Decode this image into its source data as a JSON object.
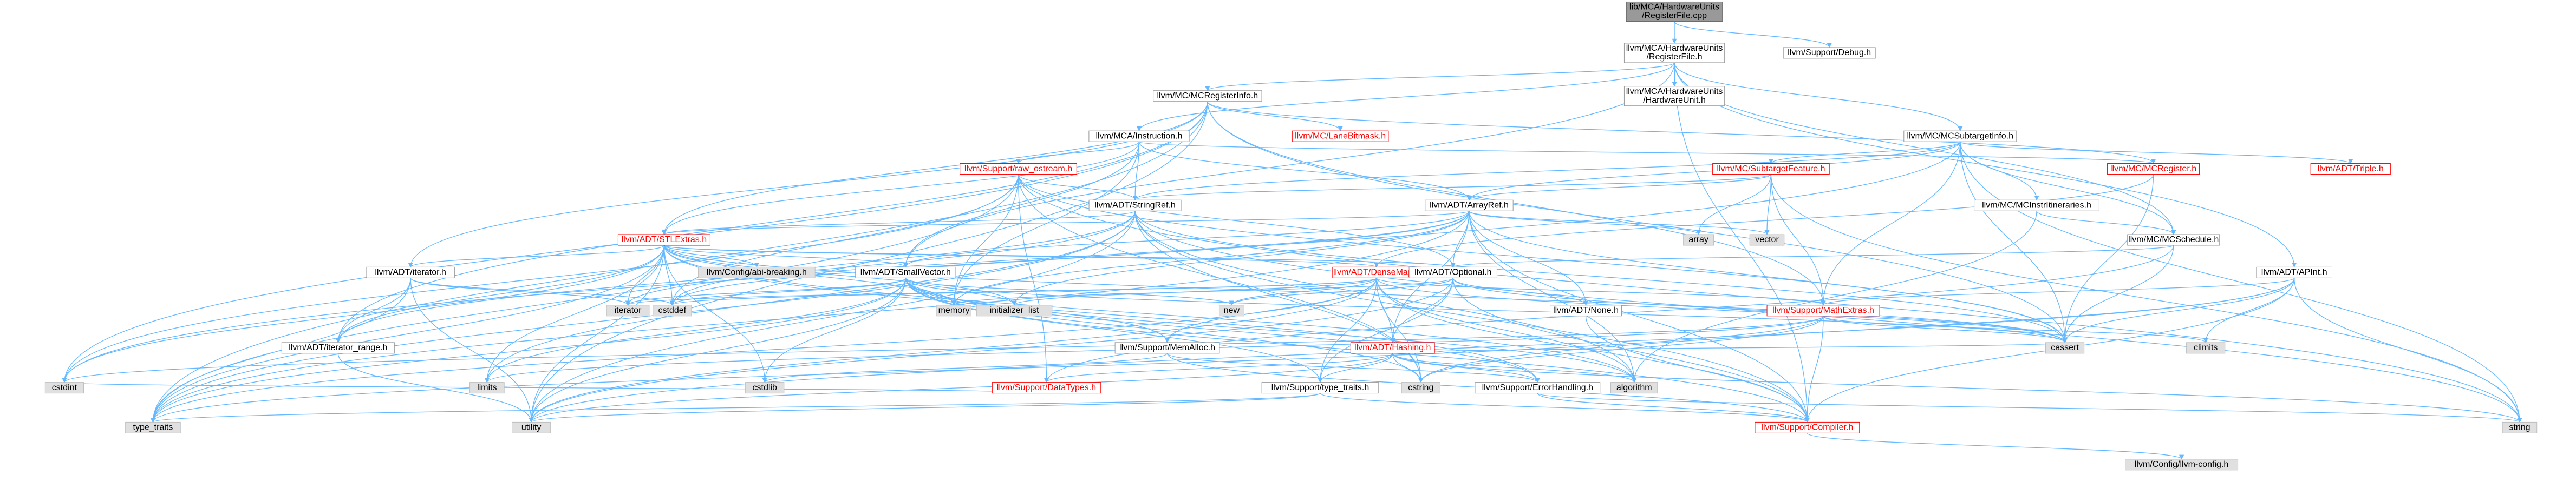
{
  "colors": {
    "edge": "#63b8ff",
    "node_border": "#999999",
    "ext_border": "#bfbfbf",
    "red_text": "#ff0000",
    "black_text": "#000000",
    "root_fill": "#999999",
    "ext_fill": "#e0e0e0",
    "normal_fill": "#ffffff"
  },
  "nodes": [
    {
      "id": "root",
      "lines": [
        "lib/MCA/HardwareUnits",
        "/RegisterFile.cpp"
      ],
      "style": "root"
    },
    {
      "id": "registerfile_h",
      "lines": [
        "llvm/MCA/HardwareUnits",
        "/RegisterFile.h"
      ],
      "style": "normal"
    },
    {
      "id": "debug_h",
      "lines": [
        "llvm/Support/Debug.h"
      ],
      "style": "normal"
    },
    {
      "id": "mcregisterinfo_h",
      "lines": [
        "llvm/MC/MCRegisterInfo.h"
      ],
      "style": "normal"
    },
    {
      "id": "hardwareunit_h",
      "lines": [
        "llvm/MCA/HardwareUnits",
        "/HardwareUnit.h"
      ],
      "style": "normal"
    },
    {
      "id": "instruction_h",
      "lines": [
        "llvm/MCA/Instruction.h"
      ],
      "style": "normal"
    },
    {
      "id": "lanebitmask_h",
      "lines": [
        "llvm/MC/LaneBitmask.h"
      ],
      "style": "red"
    },
    {
      "id": "mcsubtargetinfo_h",
      "lines": [
        "llvm/MC/MCSubtargetInfo.h"
      ],
      "style": "normal"
    },
    {
      "id": "raw_ostream_h",
      "lines": [
        "llvm/Support/raw_ostream.h"
      ],
      "style": "red"
    },
    {
      "id": "subtargetfeature_h",
      "lines": [
        "llvm/MC/SubtargetFeature.h"
      ],
      "style": "red"
    },
    {
      "id": "mcregister_h",
      "lines": [
        "llvm/MC/MCRegister.h"
      ],
      "style": "red"
    },
    {
      "id": "triple_h",
      "lines": [
        "llvm/ADT/Triple.h"
      ],
      "style": "red"
    },
    {
      "id": "stringref_h",
      "lines": [
        "llvm/ADT/StringRef.h"
      ],
      "style": "normal"
    },
    {
      "id": "arrayref_h",
      "lines": [
        "llvm/ADT/ArrayRef.h"
      ],
      "style": "normal"
    },
    {
      "id": "mcinstrit_h",
      "lines": [
        "llvm/MC/MCInstrItineraries.h"
      ],
      "style": "normal"
    },
    {
      "id": "array",
      "lines": [
        "array"
      ],
      "style": "ext"
    },
    {
      "id": "vector",
      "lines": [
        "vector"
      ],
      "style": "ext"
    },
    {
      "id": "stlextras_h",
      "lines": [
        "llvm/ADT/STLExtras.h"
      ],
      "style": "red"
    },
    {
      "id": "mcschedule_h",
      "lines": [
        "llvm/MC/MCSchedule.h"
      ],
      "style": "normal"
    },
    {
      "id": "iterator_h",
      "lines": [
        "llvm/ADT/iterator.h"
      ],
      "style": "normal"
    },
    {
      "id": "config_abi_h",
      "lines": [
        "llvm/Config/abi-breaking.h"
      ],
      "style": "ext"
    },
    {
      "id": "smallvector_h",
      "lines": [
        "llvm/ADT/SmallVector.h"
      ],
      "style": "normal"
    },
    {
      "id": "densemap_h",
      "lines": [
        "llvm/ADT/DenseMap.h"
      ],
      "style": "red"
    },
    {
      "id": "optional_h",
      "lines": [
        "llvm/ADT/Optional.h"
      ],
      "style": "normal"
    },
    {
      "id": "apint_h",
      "lines": [
        "llvm/ADT/APInt.h"
      ],
      "style": "normal"
    },
    {
      "id": "iterator",
      "lines": [
        "iterator"
      ],
      "style": "ext"
    },
    {
      "id": "cstddef",
      "lines": [
        "cstddef"
      ],
      "style": "ext"
    },
    {
      "id": "memory",
      "lines": [
        "memory"
      ],
      "style": "ext"
    },
    {
      "id": "initializer_list",
      "lines": [
        "initializer_list"
      ],
      "style": "ext"
    },
    {
      "id": "new",
      "lines": [
        "new"
      ],
      "style": "ext"
    },
    {
      "id": "none_h",
      "lines": [
        "llvm/ADT/None.h"
      ],
      "style": "normal"
    },
    {
      "id": "mathextras_h",
      "lines": [
        "llvm/Support/MathExtras.h"
      ],
      "style": "red"
    },
    {
      "id": "iterator_range_h",
      "lines": [
        "llvm/ADT/iterator_range.h"
      ],
      "style": "normal"
    },
    {
      "id": "memalloc_h",
      "lines": [
        "llvm/Support/MemAlloc.h"
      ],
      "style": "normal"
    },
    {
      "id": "hashing_h",
      "lines": [
        "llvm/ADT/Hashing.h"
      ],
      "style": "red"
    },
    {
      "id": "cassert",
      "lines": [
        "cassert"
      ],
      "style": "ext"
    },
    {
      "id": "climits",
      "lines": [
        "climits"
      ],
      "style": "ext"
    },
    {
      "id": "cstdint",
      "lines": [
        "cstdint"
      ],
      "style": "ext"
    },
    {
      "id": "limits",
      "lines": [
        "limits"
      ],
      "style": "ext"
    },
    {
      "id": "cstdlib",
      "lines": [
        "cstdlib"
      ],
      "style": "ext"
    },
    {
      "id": "datatypes_h",
      "lines": [
        "llvm/Support/DataTypes.h"
      ],
      "style": "red"
    },
    {
      "id": "type_traits_h",
      "lines": [
        "llvm/Support/type_traits.h"
      ],
      "style": "normal"
    },
    {
      "id": "cstring",
      "lines": [
        "cstring"
      ],
      "style": "ext"
    },
    {
      "id": "errorhandling_h",
      "lines": [
        "llvm/Support/ErrorHandling.h"
      ],
      "style": "normal"
    },
    {
      "id": "algorithm",
      "lines": [
        "algorithm"
      ],
      "style": "ext"
    },
    {
      "id": "type_traits",
      "lines": [
        "type_traits"
      ],
      "style": "ext"
    },
    {
      "id": "utility",
      "lines": [
        "utility"
      ],
      "style": "ext"
    },
    {
      "id": "compiler_h",
      "lines": [
        "llvm/Support/Compiler.h"
      ],
      "style": "red"
    },
    {
      "id": "string",
      "lines": [
        "string"
      ],
      "style": "ext"
    },
    {
      "id": "llvm_config_h",
      "lines": [
        "llvm/Config/llvm-config.h"
      ],
      "style": "ext"
    }
  ],
  "edges": [
    [
      "root",
      "registerfile_h"
    ],
    [
      "root",
      "debug_h"
    ],
    [
      "registerfile_h",
      "mcregisterinfo_h"
    ],
    [
      "registerfile_h",
      "hardwareunit_h"
    ],
    [
      "registerfile_h",
      "instruction_h"
    ],
    [
      "registerfile_h",
      "mcsubtargetinfo_h"
    ],
    [
      "registerfile_h",
      "apint_h"
    ],
    [
      "registerfile_h",
      "smallvector_h"
    ],
    [
      "registerfile_h",
      "mcschedule_h"
    ],
    [
      "registerfile_h",
      "compiler_h"
    ],
    [
      "mcregisterinfo_h",
      "lanebitmask_h"
    ],
    [
      "mcregisterinfo_h",
      "mcregister_h"
    ],
    [
      "mcregisterinfo_h",
      "stlextras_h"
    ],
    [
      "mcregisterinfo_h",
      "iterator_h"
    ],
    [
      "mcregisterinfo_h",
      "iterator_range_h"
    ],
    [
      "mcregisterinfo_h",
      "cassert"
    ],
    [
      "mcregisterinfo_h",
      "cstdint"
    ],
    [
      "mcregisterinfo_h",
      "utility"
    ],
    [
      "mcregisterinfo_h",
      "mathextras_h"
    ],
    [
      "mcregisterinfo_h",
      "type_traits"
    ],
    [
      "instruction_h",
      "raw_ostream_h"
    ],
    [
      "instruction_h",
      "stringref_h"
    ],
    [
      "instruction_h",
      "arrayref_h"
    ],
    [
      "instruction_h",
      "smallvector_h"
    ],
    [
      "instruction_h",
      "mcregister_h"
    ],
    [
      "instruction_h",
      "memory"
    ],
    [
      "instruction_h",
      "stlextras_h"
    ],
    [
      "mcsubtargetinfo_h",
      "subtargetfeature_h"
    ],
    [
      "mcsubtargetinfo_h",
      "triple_h"
    ],
    [
      "mcsubtargetinfo_h",
      "mcinstrit_h"
    ],
    [
      "mcsubtargetinfo_h",
      "mcschedule_h"
    ],
    [
      "mcsubtargetinfo_h",
      "arrayref_h"
    ],
    [
      "mcsubtargetinfo_h",
      "stringref_h"
    ],
    [
      "mcsubtargetinfo_h",
      "cassert"
    ],
    [
      "mcsubtargetinfo_h",
      "cstdint"
    ],
    [
      "mcsubtargetinfo_h",
      "string"
    ],
    [
      "mcsubtargetinfo_h",
      "mathextras_h"
    ],
    [
      "raw_ostream_h",
      "stringref_h"
    ],
    [
      "raw_ostream_h",
      "datatypes_h"
    ],
    [
      "raw_ostream_h",
      "cassert"
    ],
    [
      "raw_ostream_h",
      "cstddef"
    ],
    [
      "raw_ostream_h",
      "cstdint"
    ],
    [
      "raw_ostream_h",
      "cstring"
    ],
    [
      "raw_ostream_h",
      "string"
    ],
    [
      "raw_ostream_h",
      "type_traits"
    ],
    [
      "raw_ostream_h",
      "optional_h"
    ],
    [
      "raw_ostream_h",
      "memory"
    ],
    [
      "subtargetfeature_h",
      "stringref_h"
    ],
    [
      "subtargetfeature_h",
      "array"
    ],
    [
      "subtargetfeature_h",
      "vector"
    ],
    [
      "subtargetfeature_h",
      "mathextras_h"
    ],
    [
      "subtargetfeature_h",
      "string"
    ],
    [
      "subtargetfeature_h",
      "arrayref_h"
    ],
    [
      "mcregister_h",
      "cassert"
    ],
    [
      "mcregister_h",
      "densemap_h"
    ],
    [
      "stringref_h",
      "stlextras_h"
    ],
    [
      "stringref_h",
      "iterator_range_h"
    ],
    [
      "stringref_h",
      "compiler_h"
    ],
    [
      "stringref_h",
      "algorithm"
    ],
    [
      "stringref_h",
      "cassert"
    ],
    [
      "stringref_h",
      "cstddef"
    ],
    [
      "stringref_h",
      "cstring"
    ],
    [
      "stringref_h",
      "limits"
    ],
    [
      "stringref_h",
      "string"
    ],
    [
      "stringref_h",
      "type_traits"
    ],
    [
      "stringref_h",
      "utility"
    ],
    [
      "arrayref_h",
      "hashing_h"
    ],
    [
      "arrayref_h",
      "none_h"
    ],
    [
      "arrayref_h",
      "smallvector_h"
    ],
    [
      "arrayref_h",
      "stlextras_h"
    ],
    [
      "arrayref_h",
      "compiler_h"
    ],
    [
      "arrayref_h",
      "algorithm"
    ],
    [
      "arrayref_h",
      "array"
    ],
    [
      "arrayref_h",
      "cassert"
    ],
    [
      "arrayref_h",
      "cstddef"
    ],
    [
      "arrayref_h",
      "initializer_list"
    ],
    [
      "arrayref_h",
      "iterator"
    ],
    [
      "arrayref_h",
      "memory"
    ],
    [
      "arrayref_h",
      "type_traits"
    ],
    [
      "arrayref_h",
      "vector"
    ],
    [
      "arrayref_h",
      "optional_h"
    ],
    [
      "mcinstrit_h",
      "mcschedule_h"
    ],
    [
      "mcinstrit_h",
      "algorithm"
    ],
    [
      "stlextras_h",
      "optional_h"
    ],
    [
      "stlextras_h",
      "iterator_h"
    ],
    [
      "stlextras_h",
      "iterator_range_h"
    ],
    [
      "stlextras_h",
      "config_abi_h"
    ],
    [
      "stlextras_h",
      "errorhandling_h"
    ],
    [
      "stlextras_h",
      "algorithm"
    ],
    [
      "stlextras_h",
      "cassert"
    ],
    [
      "stlextras_h",
      "cstddef"
    ],
    [
      "stlextras_h",
      "cstdint"
    ],
    [
      "stlextras_h",
      "cstdlib"
    ],
    [
      "stlextras_h",
      "functional"
    ],
    [
      "stlextras_h",
      "initializer_list"
    ],
    [
      "stlextras_h",
      "iterator"
    ],
    [
      "stlextras_h",
      "limits"
    ],
    [
      "stlextras_h",
      "memory"
    ],
    [
      "stlextras_h",
      "tuple"
    ],
    [
      "stlextras_h",
      "type_traits"
    ],
    [
      "stlextras_h",
      "utility"
    ],
    [
      "stlextras_h",
      "smallvector_h"
    ],
    [
      "stlextras_h",
      "densemap_h"
    ],
    [
      "mcschedule_h",
      "datatypes_h"
    ],
    [
      "mcschedule_h",
      "cassert"
    ],
    [
      "mcschedule_h",
      "optional_h"
    ],
    [
      "iterator_h",
      "iterator_range_h"
    ],
    [
      "iterator_h",
      "cstddef"
    ],
    [
      "iterator_h",
      "iterator"
    ],
    [
      "iterator_h",
      "type_traits"
    ],
    [
      "iterator_h",
      "utility"
    ],
    [
      "smallvector_h",
      "compiler_h"
    ],
    [
      "smallvector_h",
      "memalloc_h"
    ],
    [
      "smallvector_h",
      "type_traits_h"
    ],
    [
      "smallvector_h",
      "algorithm"
    ],
    [
      "smallvector_h",
      "cassert"
    ],
    [
      "smallvector_h",
      "cstddef"
    ],
    [
      "smallvector_h",
      "cstdlib"
    ],
    [
      "smallvector_h",
      "cstring"
    ],
    [
      "smallvector_h",
      "functional"
    ],
    [
      "smallvector_h",
      "initializer_list"
    ],
    [
      "smallvector_h",
      "iterator"
    ],
    [
      "smallvector_h",
      "limits"
    ],
    [
      "smallvector_h",
      "memory"
    ],
    [
      "smallvector_h",
      "new"
    ],
    [
      "smallvector_h",
      "type_traits"
    ],
    [
      "smallvector_h",
      "utility"
    ],
    [
      "smallvector_h",
      "errorhandling_h"
    ],
    [
      "densemap_h",
      "mathextras_h"
    ],
    [
      "densemap_h",
      "memalloc_h"
    ],
    [
      "densemap_h",
      "hashing_h"
    ],
    [
      "densemap_h",
      "algorithm"
    ],
    [
      "densemap_h",
      "cassert"
    ],
    [
      "densemap_h",
      "cstddef"
    ],
    [
      "densemap_h",
      "cstring"
    ],
    [
      "densemap_h",
      "initializer_list"
    ],
    [
      "densemap_h",
      "iterator"
    ],
    [
      "densemap_h",
      "new"
    ],
    [
      "densemap_h",
      "type_traits"
    ],
    [
      "densemap_h",
      "utility"
    ],
    [
      "densemap_h",
      "type_traits_h"
    ],
    [
      "densemap_h",
      "compiler_h"
    ],
    [
      "optional_h",
      "none_h"
    ],
    [
      "optional_h",
      "compiler_h"
    ],
    [
      "optional_h",
      "type_traits_h"
    ],
    [
      "optional_h",
      "cassert"
    ],
    [
      "optional_h",
      "memory"
    ],
    [
      "optional_h",
      "new"
    ],
    [
      "optional_h",
      "utility"
    ],
    [
      "optional_h",
      "hashing_h"
    ],
    [
      "apint_h",
      "compiler_h"
    ],
    [
      "apint_h",
      "mathextras_h"
    ],
    [
      "apint_h",
      "cassert"
    ],
    [
      "apint_h",
      "climits"
    ],
    [
      "apint_h",
      "cstring"
    ],
    [
      "apint_h",
      "utility"
    ],
    [
      "apint_h",
      "string"
    ],
    [
      "none_h",
      "compiler_h"
    ],
    [
      "mathextras_h",
      "compiler_h"
    ],
    [
      "mathextras_h",
      "cassert"
    ],
    [
      "mathextras_h",
      "climits"
    ],
    [
      "mathextras_h",
      "cmath"
    ],
    [
      "mathextras_h",
      "cstdint"
    ],
    [
      "mathextras_h",
      "cstring"
    ],
    [
      "mathextras_h",
      "limits"
    ],
    [
      "mathextras_h",
      "type_traits"
    ],
    [
      "iterator_range_h",
      "utility"
    ],
    [
      "memalloc_h",
      "compiler_h"
    ],
    [
      "memalloc_h",
      "errorhandling_h"
    ],
    [
      "memalloc_h",
      "cstdlib"
    ],
    [
      "hashing_h",
      "errorhandling_h"
    ],
    [
      "hashing_h",
      "datatypes_h"
    ],
    [
      "hashing_h",
      "type_traits_h"
    ],
    [
      "hashing_h",
      "algorithm"
    ],
    [
      "hashing_h",
      "cassert"
    ],
    [
      "hashing_h",
      "cstring"
    ],
    [
      "hashing_h",
      "string"
    ],
    [
      "hashing_h",
      "tuple"
    ],
    [
      "hashing_h",
      "utility"
    ],
    [
      "type_traits_h",
      "compiler_h"
    ],
    [
      "type_traits_h",
      "type_traits"
    ],
    [
      "type_traits_h",
      "utility"
    ],
    [
      "errorhandling_h",
      "compiler_h"
    ],
    [
      "errorhandling_h",
      "string"
    ],
    [
      "compiler_h",
      "llvm_config_h"
    ],
    [
      "datatypes_h",
      "cstdint"
    ]
  ]
}
